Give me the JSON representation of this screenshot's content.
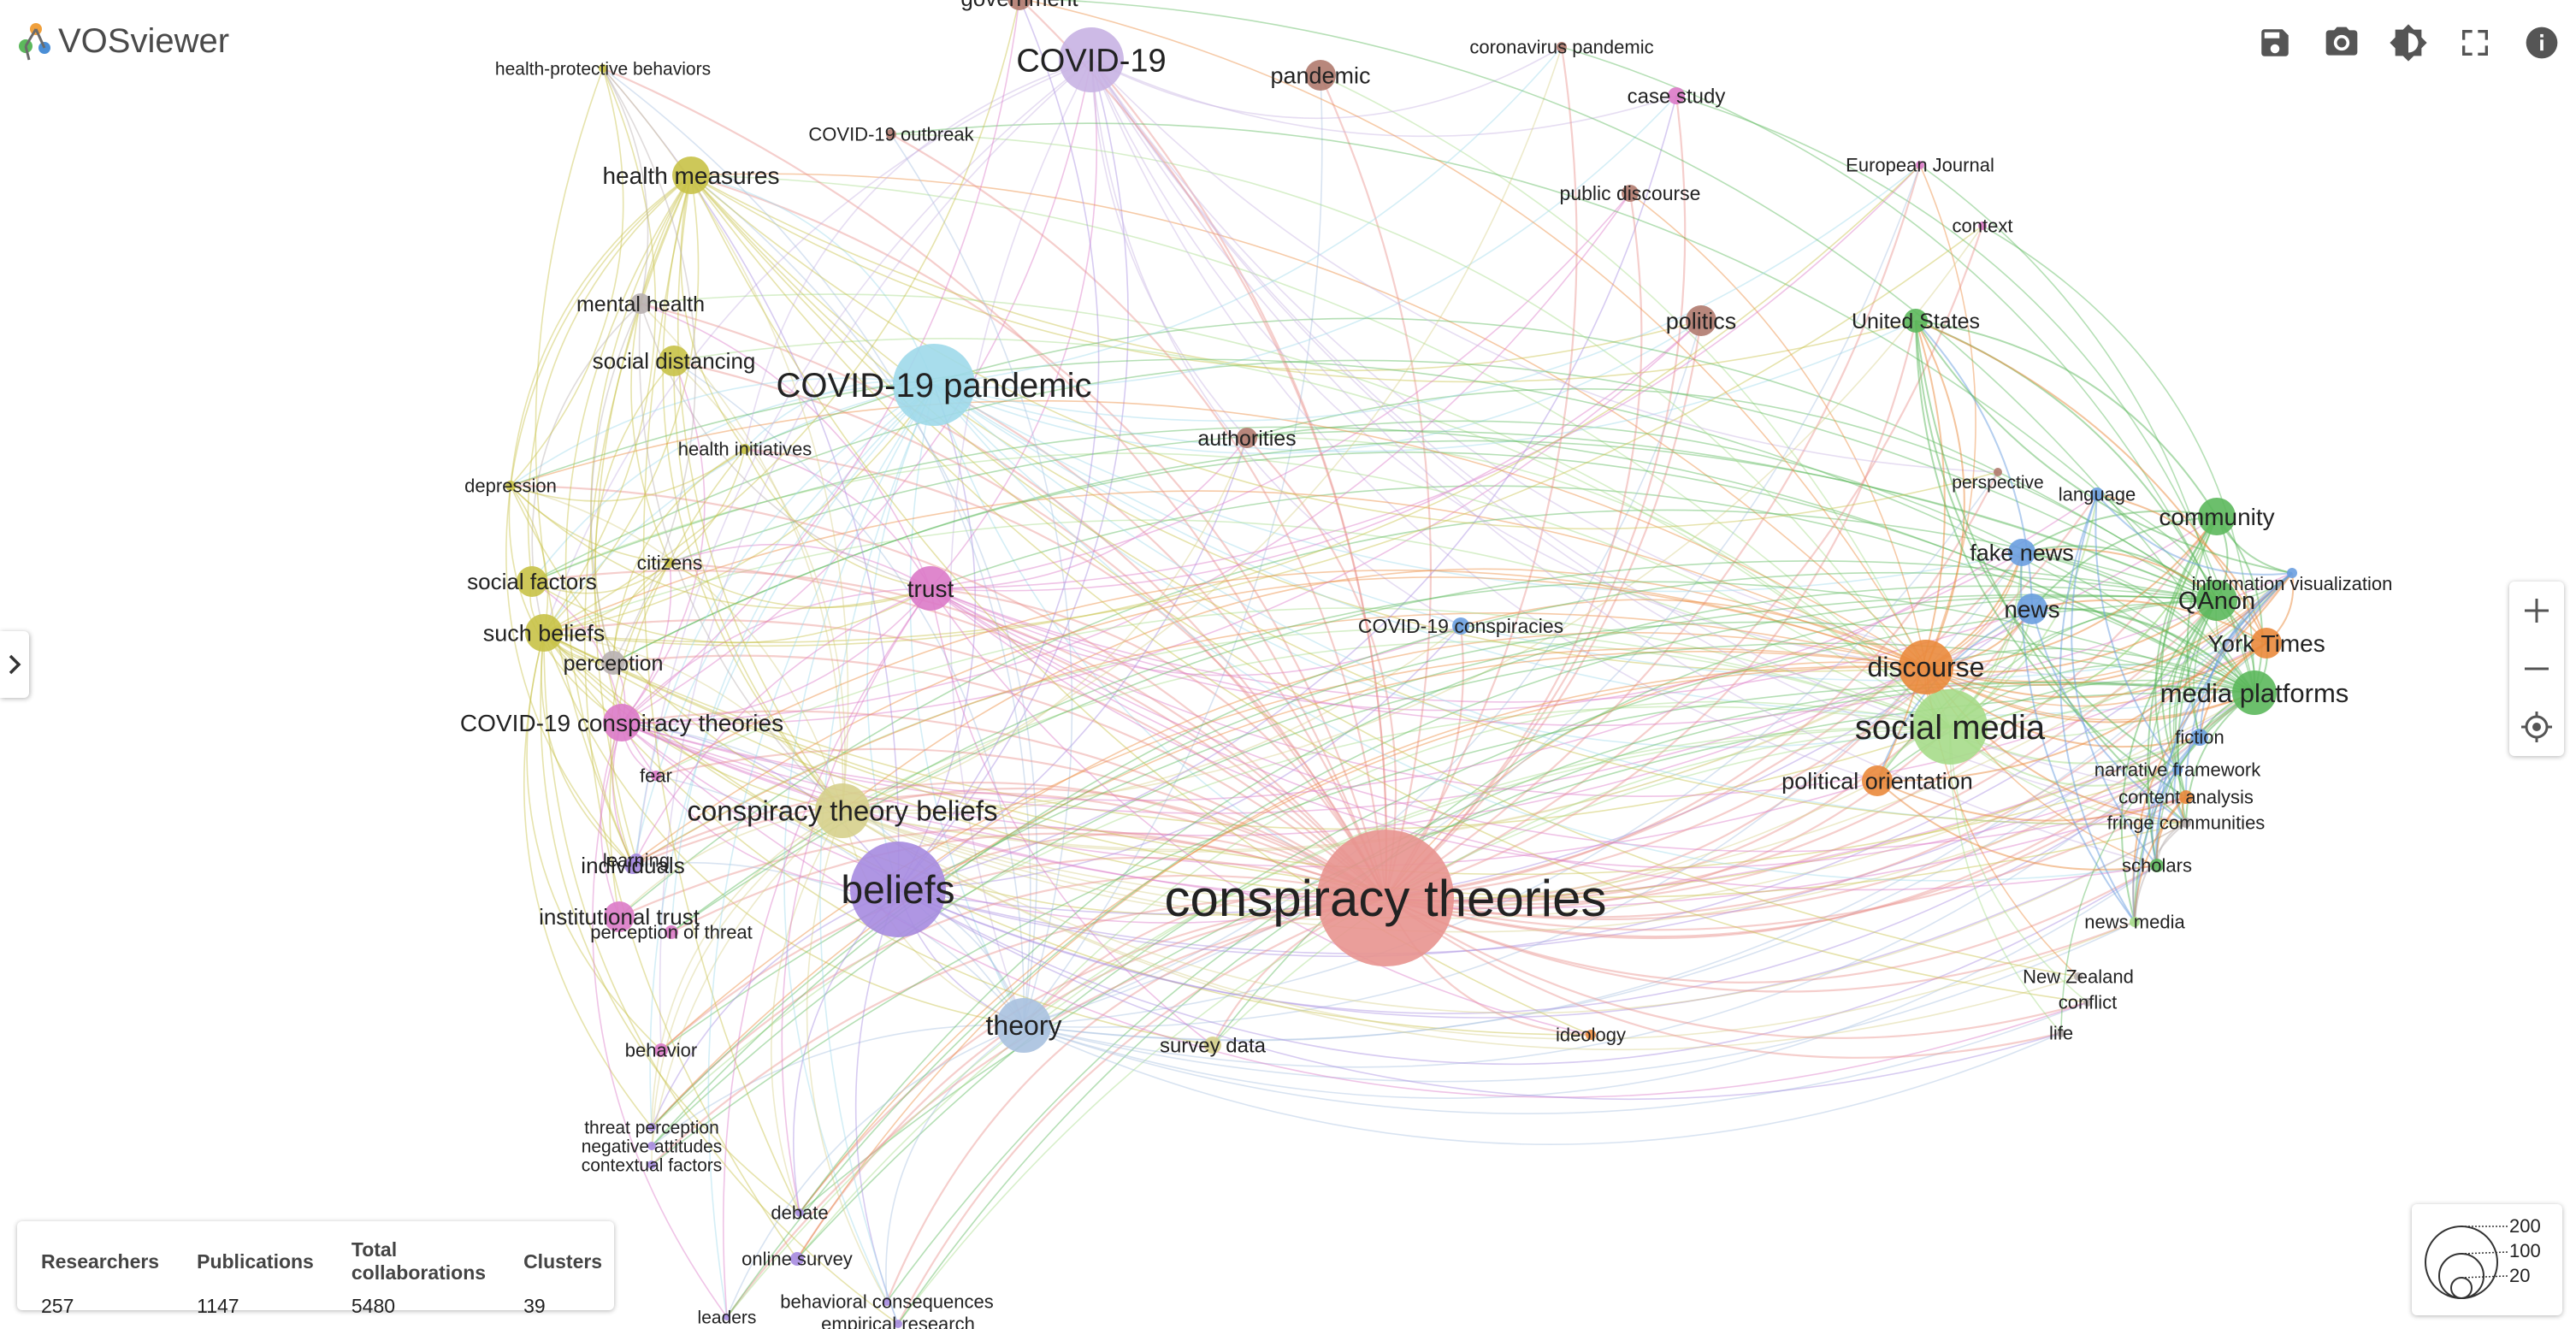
{
  "app": {
    "title": "VOSviewer"
  },
  "toolbar": {
    "buttons": [
      {
        "name": "save-button",
        "icon": "save-icon"
      },
      {
        "name": "screenshot-button",
        "icon": "camera-icon"
      },
      {
        "name": "theme-button",
        "icon": "brightness-icon"
      },
      {
        "name": "fullscreen-button",
        "icon": "fullscreen-icon"
      },
      {
        "name": "info-button",
        "icon": "info-icon"
      }
    ]
  },
  "zoom": {
    "in_icon": "plus-icon",
    "out_icon": "minus-icon",
    "reset_icon": "crosshair-icon"
  },
  "side_panel": {
    "toggle_icon": "chevron-right-icon"
  },
  "stats": {
    "headers": [
      "Researchers",
      "Publications",
      "Total collaborations",
      "Clusters"
    ],
    "values": [
      "257",
      "1147",
      "5480",
      "39"
    ]
  },
  "size_legend": {
    "labels": [
      "200",
      "100",
      "20"
    ]
  },
  "clusters": {
    "red": "#e8938f",
    "purple": "#a68be0",
    "lavender": "#c8b3e3",
    "lightblue": "#9fd9ea",
    "yellow": "#c8c247",
    "pink": "#dc7ac8",
    "brown": "#b07a6e",
    "green": "#5cb85c",
    "lightgreen": "#a6dc8a",
    "blue": "#6a9ee0",
    "orange": "#ea8a3c",
    "khaki": "#d6d08c",
    "steel": "#a9c1df",
    "grey": "#b8b0b0"
  },
  "network": {
    "nodes": [
      {
        "id": "ct",
        "label": "conspiracy theories",
        "cluster": "red",
        "size": 80,
        "fs": 60
      },
      {
        "id": "beliefs",
        "label": "beliefs",
        "cluster": "purple",
        "size": 56,
        "fs": 46
      },
      {
        "id": "sm",
        "label": "social media",
        "cluster": "lightgreen",
        "size": 44,
        "fs": 40
      },
      {
        "id": "covpan",
        "label": "COVID-19 pandemic",
        "cluster": "lightblue",
        "size": 48,
        "fs": 40
      },
      {
        "id": "covid",
        "label": "COVID-19",
        "cluster": "lavender",
        "size": 38,
        "fs": 38
      },
      {
        "id": "ctb",
        "label": "conspiracy theory beliefs",
        "cluster": "khaki",
        "size": 32,
        "fs": 33
      },
      {
        "id": "discourse",
        "label": "discourse",
        "cluster": "orange",
        "size": 32,
        "fs": 32
      },
      {
        "id": "mp",
        "label": "media platforms",
        "cluster": "green",
        "size": 26,
        "fs": 31
      },
      {
        "id": "theory",
        "label": "theory",
        "cluster": "steel",
        "size": 32,
        "fs": 32
      },
      {
        "id": "qanon",
        "label": "QAnon",
        "cluster": "green",
        "size": 24,
        "fs": 29
      },
      {
        "id": "community",
        "label": "community",
        "cluster": "green",
        "size": 22,
        "fs": 28
      },
      {
        "id": "yt",
        "label": "York Times",
        "cluster": "orange",
        "size": 18,
        "fs": 28
      },
      {
        "id": "news",
        "label": "news",
        "cluster": "blue",
        "size": 18,
        "fs": 28
      },
      {
        "id": "fakenews",
        "label": "fake news",
        "cluster": "blue",
        "size": 16,
        "fs": 27
      },
      {
        "id": "hm",
        "label": "health measures",
        "cluster": "yellow",
        "size": 22,
        "fs": 28
      },
      {
        "id": "trust",
        "label": "trust",
        "cluster": "pink",
        "size": 26,
        "fs": 28
      },
      {
        "id": "c19ct",
        "label": "COVID-19 conspiracy theories",
        "cluster": "pink",
        "size": 22,
        "fs": 28
      },
      {
        "id": "po",
        "label": "political orientation",
        "cluster": "orange",
        "size": 18,
        "fs": 27
      },
      {
        "id": "pandemic",
        "label": "pandemic",
        "cluster": "brown",
        "size": 18,
        "fs": 27
      },
      {
        "id": "politics",
        "label": "politics",
        "cluster": "brown",
        "size": 18,
        "fs": 27
      },
      {
        "id": "such",
        "label": "such beliefs",
        "cluster": "yellow",
        "size": 22,
        "fs": 27
      },
      {
        "id": "sf",
        "label": "social factors",
        "cluster": "yellow",
        "size": 18,
        "fs": 26
      },
      {
        "id": "sd",
        "label": "social distancing",
        "cluster": "yellow",
        "size": 18,
        "fs": 26
      },
      {
        "id": "it",
        "label": "institutional trust",
        "cluster": "pink",
        "size": 18,
        "fs": 26
      },
      {
        "id": "individuals",
        "label": "individuals",
        "cluster": "purple",
        "size": 10,
        "fs": 26
      },
      {
        "id": "authorities",
        "label": "authorities",
        "cluster": "brown",
        "size": 12,
        "fs": 25
      },
      {
        "id": "us",
        "label": "United States",
        "cluster": "green",
        "size": 14,
        "fs": 25
      },
      {
        "id": "mh",
        "label": "mental health",
        "cluster": "grey",
        "size": 12,
        "fs": 25
      },
      {
        "id": "perception",
        "label": "perception",
        "cluster": "grey",
        "size": 14,
        "fs": 25
      },
      {
        "id": "c19c",
        "label": "COVID-19 conspiracies",
        "cluster": "blue",
        "size": 10,
        "fs": 23
      },
      {
        "id": "cs",
        "label": "case study",
        "cluster": "pink",
        "size": 10,
        "fs": 24
      },
      {
        "id": "pubd",
        "label": "public discourse",
        "cluster": "brown",
        "size": 10,
        "fs": 23
      },
      {
        "id": "sd2",
        "label": "survey data",
        "cluster": "khaki",
        "size": 10,
        "fs": 24
      },
      {
        "id": "citizens",
        "label": "citizens",
        "cluster": "yellow",
        "size": 6,
        "fs": 23
      },
      {
        "id": "depression",
        "label": "depression",
        "cluster": "yellow",
        "size": 6,
        "fs": 22
      },
      {
        "id": "hi",
        "label": "health initiatives",
        "cluster": "yellow",
        "size": 6,
        "fs": 22
      },
      {
        "id": "hpb",
        "label": "health-protective behaviors",
        "cluster": "yellow",
        "size": 5,
        "fs": 21
      },
      {
        "id": "c19o",
        "label": "COVID-19 outbreak",
        "cluster": "brown",
        "size": 6,
        "fs": 22
      },
      {
        "id": "cpand",
        "label": "coronavirus pandemic",
        "cluster": "brown",
        "size": 6,
        "fs": 22
      },
      {
        "id": "ej",
        "label": "European Journal",
        "cluster": "pink",
        "size": 5,
        "fs": 22
      },
      {
        "id": "context",
        "label": "context",
        "cluster": "pink",
        "size": 5,
        "fs": 22
      },
      {
        "id": "fear",
        "label": "fear",
        "cluster": "pink",
        "size": 6,
        "fs": 22
      },
      {
        "id": "learning",
        "label": "learning",
        "cluster": "purple",
        "size": 8,
        "fs": 22
      },
      {
        "id": "pot",
        "label": "perception of threat",
        "cluster": "pink",
        "size": 8,
        "fs": 22
      },
      {
        "id": "behavior",
        "label": "behavior",
        "cluster": "pink",
        "size": 8,
        "fs": 22
      },
      {
        "id": "tp",
        "label": "threat perception",
        "cluster": "purple",
        "size": 5,
        "fs": 21
      },
      {
        "id": "na",
        "label": "negative attitudes",
        "cluster": "purple",
        "size": 5,
        "fs": 21
      },
      {
        "id": "cf",
        "label": "contextual factors",
        "cluster": "purple",
        "size": 5,
        "fs": 21
      },
      {
        "id": "debate",
        "label": "debate",
        "cluster": "purple",
        "size": 5,
        "fs": 22
      },
      {
        "id": "os",
        "label": "online survey",
        "cluster": "purple",
        "size": 8,
        "fs": 22
      },
      {
        "id": "bc",
        "label": "behavioral consequences",
        "cluster": "purple",
        "size": 5,
        "fs": 22
      },
      {
        "id": "leaders",
        "label": "leaders",
        "cluster": "purple",
        "size": 4,
        "fs": 21
      },
      {
        "id": "er",
        "label": "empirical research",
        "cluster": "purple",
        "size": 5,
        "fs": 22
      },
      {
        "id": "ideology",
        "label": "ideology",
        "cluster": "orange",
        "size": 6,
        "fs": 22
      },
      {
        "id": "perspective",
        "label": "perspective",
        "cluster": "brown",
        "size": 5,
        "fs": 21
      },
      {
        "id": "language",
        "label": "language",
        "cluster": "blue",
        "size": 8,
        "fs": 22
      },
      {
        "id": "iv",
        "label": "information visualization",
        "cluster": "blue",
        "size": 6,
        "fs": 22
      },
      {
        "id": "fiction",
        "label": "fiction",
        "cluster": "blue",
        "size": 10,
        "fs": 22
      },
      {
        "id": "nf",
        "label": "narrative framework",
        "cluster": "blue",
        "size": 6,
        "fs": 22
      },
      {
        "id": "ca",
        "label": "content analysis",
        "cluster": "orange",
        "size": 8,
        "fs": 22
      },
      {
        "id": "fc",
        "label": "fringe communities",
        "cluster": "grey",
        "size": 6,
        "fs": 22
      },
      {
        "id": "scholars",
        "label": "scholars",
        "cluster": "green",
        "size": 8,
        "fs": 22
      },
      {
        "id": "nm",
        "label": "news media",
        "cluster": "lightgreen",
        "size": 6,
        "fs": 22
      },
      {
        "id": "nz",
        "label": "New Zealand",
        "cluster": "grey",
        "size": 5,
        "fs": 22
      },
      {
        "id": "conflict",
        "label": "conflict",
        "cluster": "grey",
        "size": 5,
        "fs": 22
      },
      {
        "id": "life",
        "label": "life",
        "cluster": "grey",
        "size": 5,
        "fs": 22
      },
      {
        "id": "gov",
        "label": "government",
        "cluster": "brown",
        "size": 14,
        "fs": 26
      }
    ]
  }
}
